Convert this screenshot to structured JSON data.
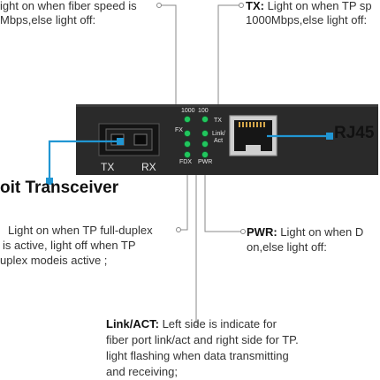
{
  "annotations": {
    "fx_line1": "ight on when fiber speed is",
    "fx_line2": "Mbps,else light off:",
    "tx_label": "TX:",
    "tx_line1": "Light on when TP sp",
    "tx_line2": "1000Mbps,else light off:",
    "rj45": "RJ45",
    "transceiver": "oit Transceiver",
    "fdx_line1": "Light on when TP full-duplex",
    "fdx_line2": "is active, light off when TP",
    "fdx_line3": "uplex modeis active ;",
    "pwr_label": "PWR:",
    "pwr_line1": "Light on when D",
    "pwr_line2": "on,else light off:",
    "link_label": "Link/ACT:",
    "link_line1": "Left side is indicate for",
    "link_line2": "fiber port link/act and right side for TP.",
    "link_line3": "light flashing when data transmitting",
    "link_line4": "and receiving;"
  },
  "device": {
    "panel": {
      "label_1000": "1000",
      "label_100": "100",
      "label_fx": "FX",
      "label_tx": "TX",
      "label_link": "Link/",
      "label_act": "Act",
      "label_fdx": "FDX",
      "label_pwr": "PWR",
      "sfp_tx": "TX",
      "sfp_rx": "RX"
    },
    "led_color": "#22c55e",
    "pointer_color": "#2196d3",
    "leader_color": "#777777"
  }
}
